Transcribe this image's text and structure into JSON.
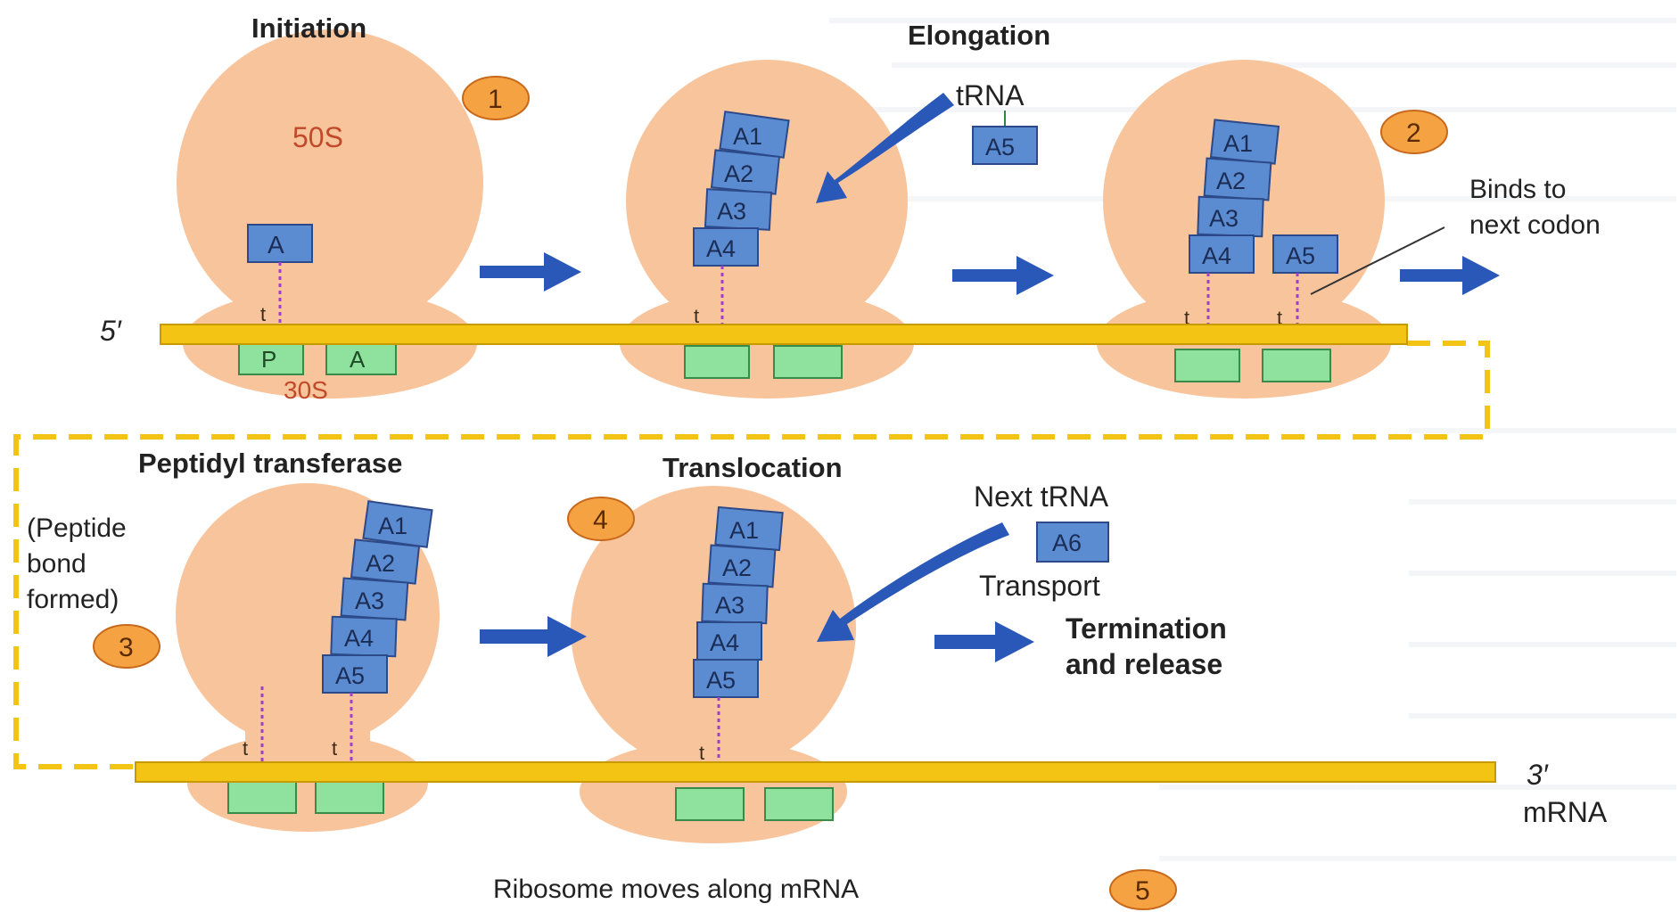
{
  "labels": {
    "initiation": "Initiation",
    "elongation": "Elongation",
    "peptidyl": "Peptidyl transferase",
    "translocation": "Translocation",
    "termination_line1": "Termination",
    "termination_line2": "and release",
    "trna": "tRNA",
    "next_trna": "Next tRNA",
    "transport": "Transport",
    "binds_line1": "Binds to",
    "binds_line2": "next codon",
    "peptide_line1": "(Peptide",
    "peptide_line2": "bond",
    "peptide_line3": "formed)",
    "subunit_50s": "50S",
    "subunit_30s": "30S",
    "five_prime": "5′",
    "three_prime": "3′",
    "mrna": "mRNA",
    "ribosome_moves": "Ribosome moves along mRNA",
    "t": "t",
    "site_a": "A",
    "site_p": "P"
  },
  "steps": [
    "1",
    "2",
    "3",
    "4",
    "5"
  ],
  "amino_acids": [
    "A1",
    "A2",
    "A3",
    "A4",
    "A5",
    "A6"
  ],
  "colors": {
    "ribosome": "#f8c49c",
    "amino_acid_box": "#5b8bd0",
    "site_box": "#8ee29e",
    "mrna": "#f3c414",
    "arrow": "#2a58b8",
    "step_circle": "#f5a243",
    "dashed_path": "#f3c414",
    "trna_link": "#a040c8"
  }
}
